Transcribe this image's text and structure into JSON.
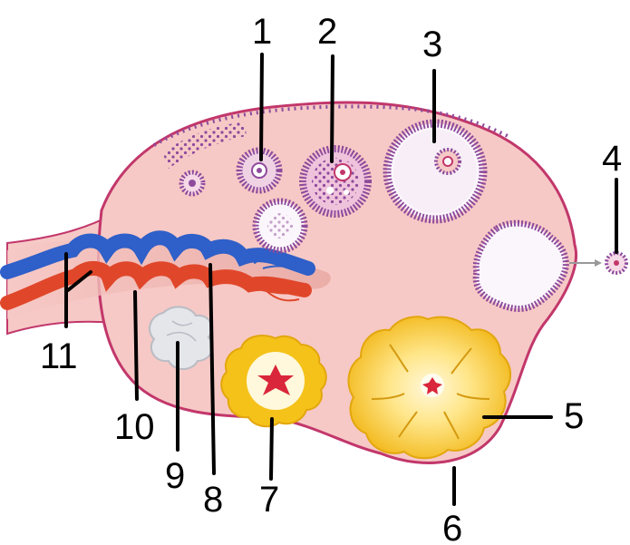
{
  "diagram": {
    "labels": [
      {
        "id": "1",
        "text": "1"
      },
      {
        "id": "2",
        "text": "2"
      },
      {
        "id": "3",
        "text": "3"
      },
      {
        "id": "4",
        "text": "4"
      },
      {
        "id": "5",
        "text": "5"
      },
      {
        "id": "6",
        "text": "6"
      },
      {
        "id": "7",
        "text": "7"
      },
      {
        "id": "8",
        "text": "8"
      },
      {
        "id": "9",
        "text": "9"
      },
      {
        "id": "10",
        "text": "10"
      },
      {
        "id": "11",
        "text": "11"
      }
    ],
    "colors": {
      "ovary_fill": "#f6c9c6",
      "ovary_edge": "#c2376b",
      "follicle_cells": "#8e4a9c",
      "antrum": "#fbf6fb",
      "vein": "#2f5fc8",
      "artery": "#e0472a",
      "corpus_luteum": "#f2c21a",
      "corpus_albicans": "#e4e6ea",
      "leader_line": "#000000"
    }
  }
}
